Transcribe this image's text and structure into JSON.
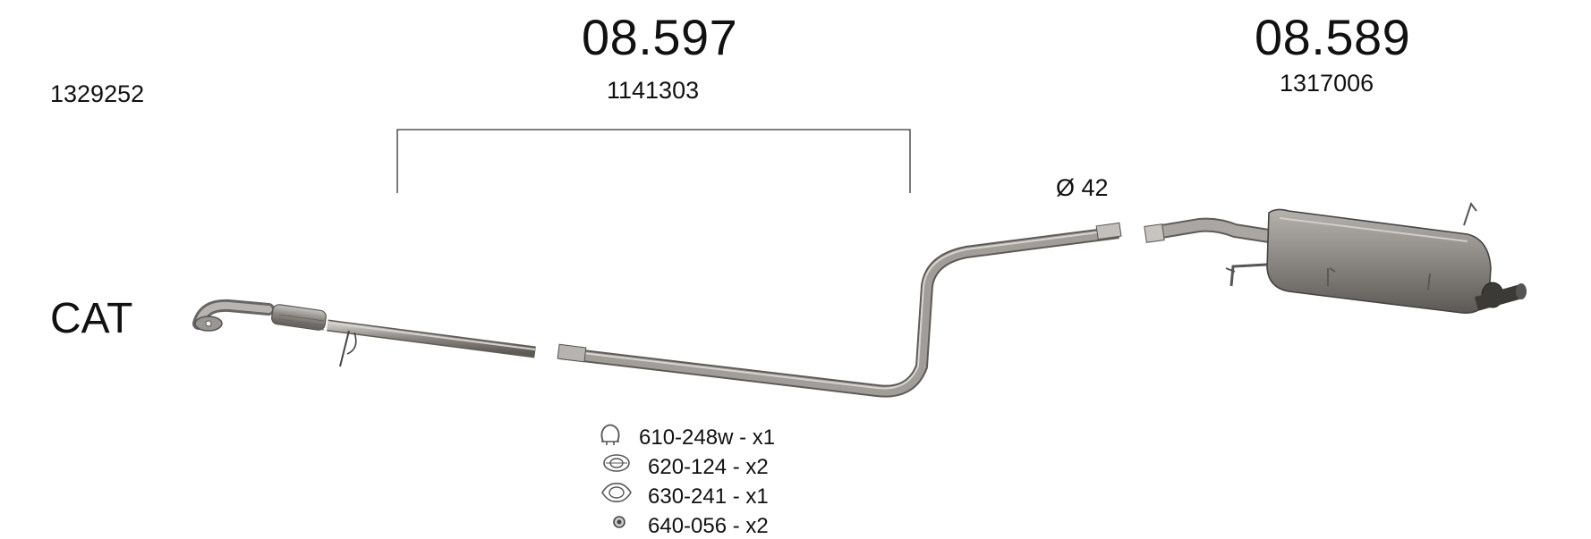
{
  "parts": {
    "left_oe": "1329252",
    "middle_code": "08.597",
    "middle_oe": "1141303",
    "right_code": "08.589",
    "right_oe": "1317006"
  },
  "labels": {
    "cat": "CAT",
    "diameter": "Ø 42"
  },
  "accessories": [
    {
      "icon": "clamp-icon",
      "label": "610-248w - x1"
    },
    {
      "icon": "flange-gasket-icon",
      "label": "620-124 - x2"
    },
    {
      "icon": "gasket-icon",
      "label": "630-241 - x1"
    },
    {
      "icon": "rubber-mount-icon",
      "label": "640-056 - x2"
    }
  ]
}
